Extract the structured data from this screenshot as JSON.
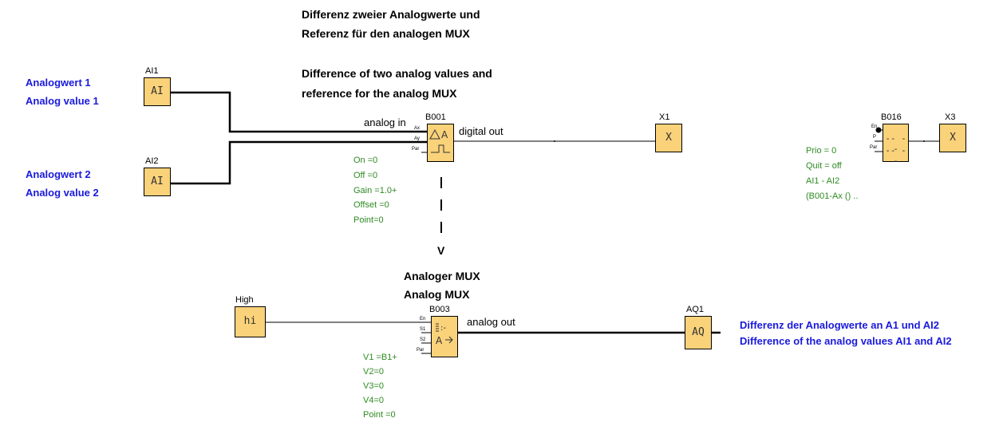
{
  "title_notes": {
    "de_line1": "Differenz zweier Analogwerte und",
    "de_line2": "Referenz für den analogen MUX",
    "en_line1": "Difference of two analog values and",
    "en_line2": "reference for the analog MUX"
  },
  "input_labels": {
    "ai1_de": "Analogwert 1",
    "ai1_en": "Analog value 1",
    "ai2_de": "Analogwert 2",
    "ai2_en": "Analog value 2"
  },
  "blocks": {
    "ai1": {
      "name": "AI1",
      "symbol": "AI"
    },
    "ai2": {
      "name": "AI2",
      "symbol": "AI"
    },
    "b001": {
      "name": "B001",
      "pins": [
        "Ax",
        "Ay",
        "Par"
      ]
    },
    "x1": {
      "name": "X1",
      "symbol": "X"
    },
    "b016": {
      "name": "B016",
      "pins": [
        "En",
        "P",
        "Par"
      ],
      "symbol_top": "-- --",
      "symbol_bottom": "-- --"
    },
    "x3": {
      "name": "X3",
      "symbol": "X"
    },
    "high": {
      "name": "High",
      "symbol": "hi"
    },
    "b003": {
      "name": "B003",
      "pins": [
        "En",
        "S1",
        "S2",
        "Par"
      ]
    },
    "aq1": {
      "name": "AQ1",
      "symbol": "AQ"
    }
  },
  "wire_labels": {
    "analog_in": "analog in",
    "digital_out": "digital out",
    "analog_out": "analog out"
  },
  "b001_params": [
    "On    =0",
    "Off    =0",
    "Gain   =1.0+",
    "Offset =0",
    "Point=0"
  ],
  "b016_params": [
    "Prio = 0",
    "Quit = off",
    "AI1 - AI2",
    "(B001-Ax () .."
  ],
  "arrow_label": "V",
  "mux_notes": {
    "de": "Analoger MUX",
    "en": "Analog MUX"
  },
  "b003_params": [
    "V1  =B1+",
    "V2=0",
    "V3=0",
    "V4=0",
    "Point =0"
  ],
  "output_labels": {
    "de": "Differenz der Analogwerte an A1 und AI2",
    "en": "Difference of the analog values AI1 and AI2"
  }
}
